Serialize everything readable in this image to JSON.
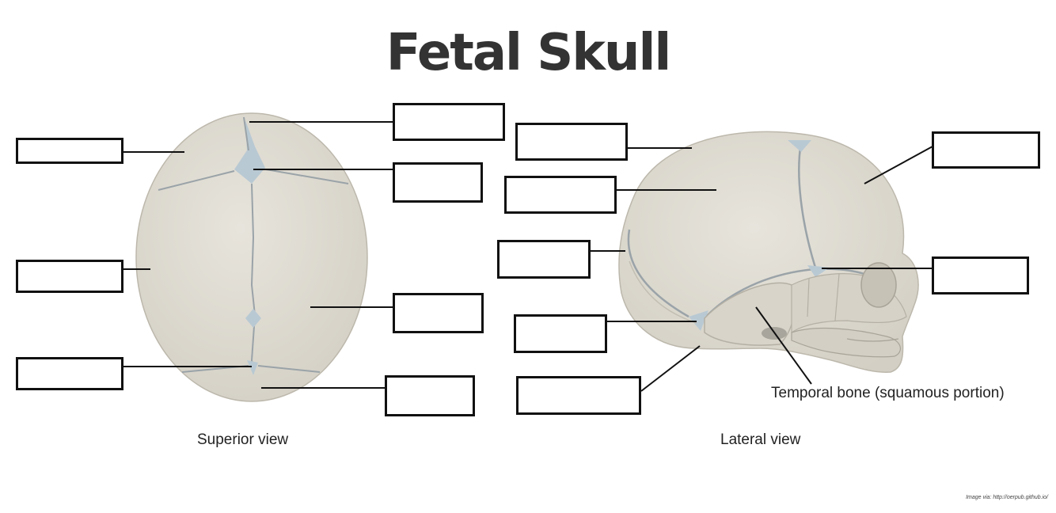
{
  "title": "Fetal Skull",
  "views": {
    "superior": "Superior view",
    "lateral": "Lateral view"
  },
  "labels": {
    "temporal_bone": "Temporal bone (squamous portion)"
  },
  "credit": "Image via: http://oerpub.github.io/",
  "colors": {
    "bone": "#dedad0",
    "bone_shadow": "#cfcabe",
    "suture": "#9aa3a8",
    "fontanel": "#b9c9d3",
    "leader": "#111111"
  }
}
